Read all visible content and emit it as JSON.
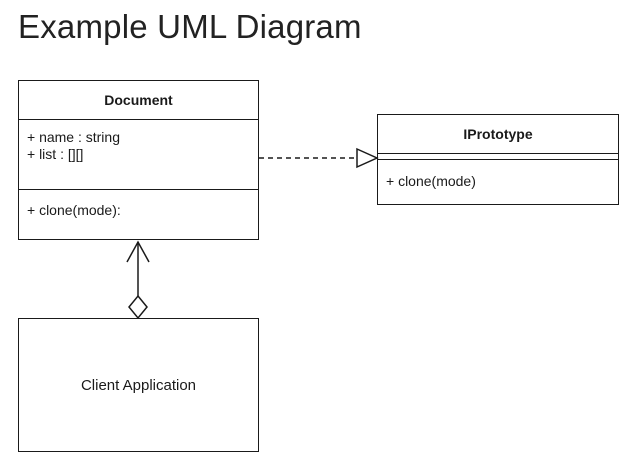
{
  "title": "Example UML Diagram",
  "classes": {
    "document": {
      "name": "Document",
      "attributes": [
        "+ name : string",
        "+ list : [][]"
      ],
      "operations": [
        "+ clone(mode):"
      ]
    },
    "iprototype": {
      "name": "IPrototype",
      "attributes": [],
      "operations": [
        "+ clone(mode)"
      ]
    },
    "client": {
      "name": "Client Application"
    }
  },
  "relations": [
    {
      "from": "Document",
      "to": "IPrototype",
      "type": "realization"
    },
    {
      "from": "Client Application",
      "to": "Document",
      "type": "aggregation"
    }
  ],
  "colors": {
    "line": "#1a1a1a",
    "background": "#ffffff"
  }
}
